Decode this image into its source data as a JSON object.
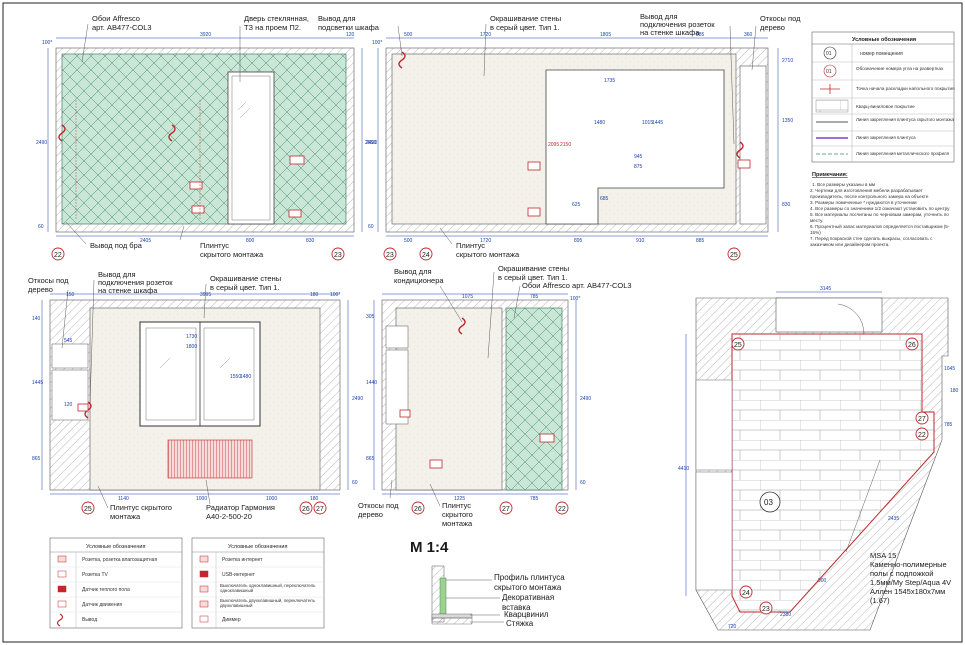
{
  "elev1": {
    "callouts": {
      "wallpaper": [
        "Обои Affresco",
        "арт. AB477-COL3"
      ],
      "glass_door": [
        "Дверь стеклянная,",
        "ТЗ на проем П2."
      ],
      "bra_outlet": "Вывод под бра",
      "baseboard": [
        "Плинтус",
        "скрытого монтажа"
      ]
    },
    "dims_top": [
      "100*",
      "3920",
      "120"
    ],
    "dims_bottom": [
      "2405",
      "800",
      "830"
    ],
    "dims_left": [
      "2490",
      "60"
    ],
    "dims_right": [
      "2650"
    ],
    "markers": [
      "22",
      "23"
    ]
  },
  "elev2": {
    "callouts": {
      "cabinet_light": [
        "Вывод для",
        "подсветки шкафа"
      ],
      "paint": [
        "Окрашивание стены",
        "в серый цвет. Тип 1."
      ],
      "outlets": [
        "Вывод для",
        "подключения розеток",
        "на стенке шкафа"
      ],
      "slopes": [
        "Откосы под",
        "дерево"
      ],
      "baseboard": [
        "Плинтус",
        "скрытого монтажа"
      ]
    },
    "dims_top": [
      "100*",
      "500",
      "1720",
      "1805",
      "885",
      "360"
    ],
    "dims_bottom": [
      "500",
      "1720",
      "895",
      "910",
      "885"
    ],
    "dims_left": [
      "2490",
      "60"
    ],
    "dims_right": [
      "2710",
      "1350",
      "830"
    ],
    "inner_dims": [
      "1735",
      "1480",
      "1015",
      "1445",
      "945",
      "875",
      "625",
      "685",
      "2095",
      "2150"
    ],
    "markers": [
      "23",
      "24",
      "25"
    ]
  },
  "elev3": {
    "callouts": {
      "slopes": [
        "Откосы под",
        "дерево"
      ],
      "outlets": [
        "Вывод для",
        "подключения розеток",
        "на стенке шкафа"
      ],
      "paint": [
        "Окрашивание стены",
        "в серый цвет. Тип 1."
      ],
      "baseboard": [
        "Плинтус скрытого",
        "монтажа"
      ],
      "radiator": [
        "Радиатор Гармония",
        "А40-2-500-20"
      ]
    },
    "dims_top": [
      "150",
      "3995",
      "180",
      "100*"
    ],
    "dims_bottom": [
      "1140",
      "1000",
      "1000",
      "180"
    ],
    "dims_left": [
      "140",
      "1445",
      "865"
    ],
    "dims_right": [
      "2490",
      "60"
    ],
    "window_dims": [
      "1730",
      "1800",
      "1550",
      "1480",
      "545",
      "120"
    ],
    "markers": [
      "25",
      "26",
      "27"
    ]
  },
  "elev4": {
    "callouts": {
      "ac_outlet": [
        "Вывод для",
        "кондиционера"
      ],
      "paint": [
        "Окрашивание стены",
        "в серый цвет. Тип 1."
      ],
      "wallpaper": "Обои Affresco арт. AB477-COL3",
      "slopes": [
        "Откосы под",
        "дерево"
      ],
      "baseboard": [
        "Плинтус",
        "скрытого",
        "монтажа"
      ]
    },
    "dims_top": [
      "1075",
      "785",
      "100*"
    ],
    "dims_bottom": [
      "1225",
      "785"
    ],
    "dims_left": [
      "305",
      "1440",
      "865"
    ],
    "dims_right": [
      "2490",
      "60"
    ],
    "markers": [
      "26",
      "27",
      "22"
    ]
  },
  "plan": {
    "room_number": "03",
    "dims": [
      "3145",
      "1045",
      "180",
      "785",
      "4410",
      "2435",
      "900",
      "720",
      "2380"
    ],
    "markers": [
      "25",
      "26",
      "27",
      "22",
      "24",
      "23"
    ],
    "floor_note": [
      "MSA 15",
      "Каменно-полимерные",
      "полы с подложкой",
      "1.5мм/My Step/Aqua 4V",
      "Аллен 1545х180х7мм",
      "(1.67)"
    ]
  },
  "legend_right": {
    "title": "Условные обозначения",
    "rows": [
      {
        "sym": "01",
        "text": "номер помещения"
      },
      {
        "sym": "01",
        "text": "Обозначение номера угла на развертках"
      },
      {
        "sym": "",
        "text": "Точка начала раскладки напольного покрытия"
      },
      {
        "sym": "",
        "text": "Кварц-виниловое покрытие"
      },
      {
        "sym": "",
        "text": "Линия закрепления плинтуса скрытого монтажа"
      },
      {
        "sym": "",
        "text": "Линия закрепления плинтуса"
      },
      {
        "sym": "",
        "text": "Линия закрепления металлического профиля"
      }
    ]
  },
  "notes": {
    "title": "Примечания:",
    "lines": [
      "1. Все размеры указаны в мм",
      "2. Чертежи для изготовления мебели разрабатывает производитель, после контрольного замера на объекте",
      "3. Размеры помеченные * нуждаются в уточнении",
      "4. Все размеры со значением 1/2 означают установить по центру",
      "5. Все материалы посчитаны по черновым замерам, уточнить по месту.",
      "6. Процентный запас материалов определяется поставщиком (5-15%)",
      "7. Перед покраской стен сделать выкрасы, согласовать с заказчиком или дизайнером проекта."
    ]
  },
  "legend_bottom_left": {
    "title": "Условные обозначения",
    "rows": [
      "Розетка, розетка влагозащитная",
      "Розетка TV",
      "Датчик теплого пола",
      "Датчик движения",
      "Вывод"
    ]
  },
  "legend_bottom_right": {
    "title": "Условные обозначения",
    "rows": [
      "Розетка интернет",
      "USB-интернет",
      "Выключатель одноклавишный, переключатель одноклавишный",
      "Выключатель двухклавишный, переключатель двухклавишный",
      "Диммер"
    ]
  },
  "detail": {
    "scale": "М 1:4",
    "labels": [
      "Профиль плинтуса",
      "скрытого монтажа",
      "Декоративная",
      "вставка",
      "Кварцвинил",
      "Стяжка"
    ]
  },
  "colors": {
    "accent_red": "#c2272d",
    "dim_blue": "#1a3fa8",
    "wallpaper_green": "#b9dcc9",
    "hatch": "#777777"
  }
}
